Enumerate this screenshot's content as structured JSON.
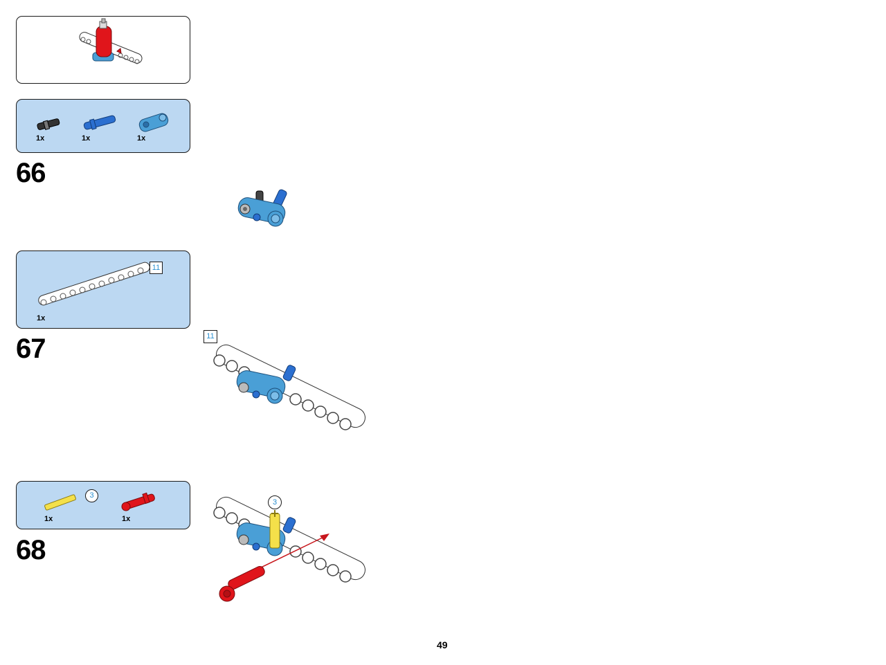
{
  "page": {
    "number": "49"
  },
  "result_box": {},
  "steps": [
    {
      "number": "66",
      "parts": [
        {
          "qty": "1x",
          "name": "black connector"
        },
        {
          "qty": "1x",
          "name": "blue axle pin"
        },
        {
          "qty": "1x",
          "name": "azure cross block"
        }
      ]
    },
    {
      "number": "67",
      "length_label": "11",
      "parts": [
        {
          "qty": "1x",
          "name": "white 11 beam"
        }
      ],
      "diagram_length_label": "11"
    },
    {
      "number": "68",
      "length_label": "3",
      "parts": [
        {
          "qty": "1x",
          "name": "yellow 3 axle"
        },
        {
          "qty": "1x",
          "name": "red axle pin"
        }
      ],
      "diagram_length_label": "3"
    }
  ],
  "colors": {
    "callout_bg": "#bcd8f2",
    "beam": "#ffffff",
    "azure": "#4a9fd6",
    "blue": "#2b6fd0",
    "red": "#e0151b",
    "yellow": "#f4e04a",
    "length_text": "#2a8fd0"
  }
}
